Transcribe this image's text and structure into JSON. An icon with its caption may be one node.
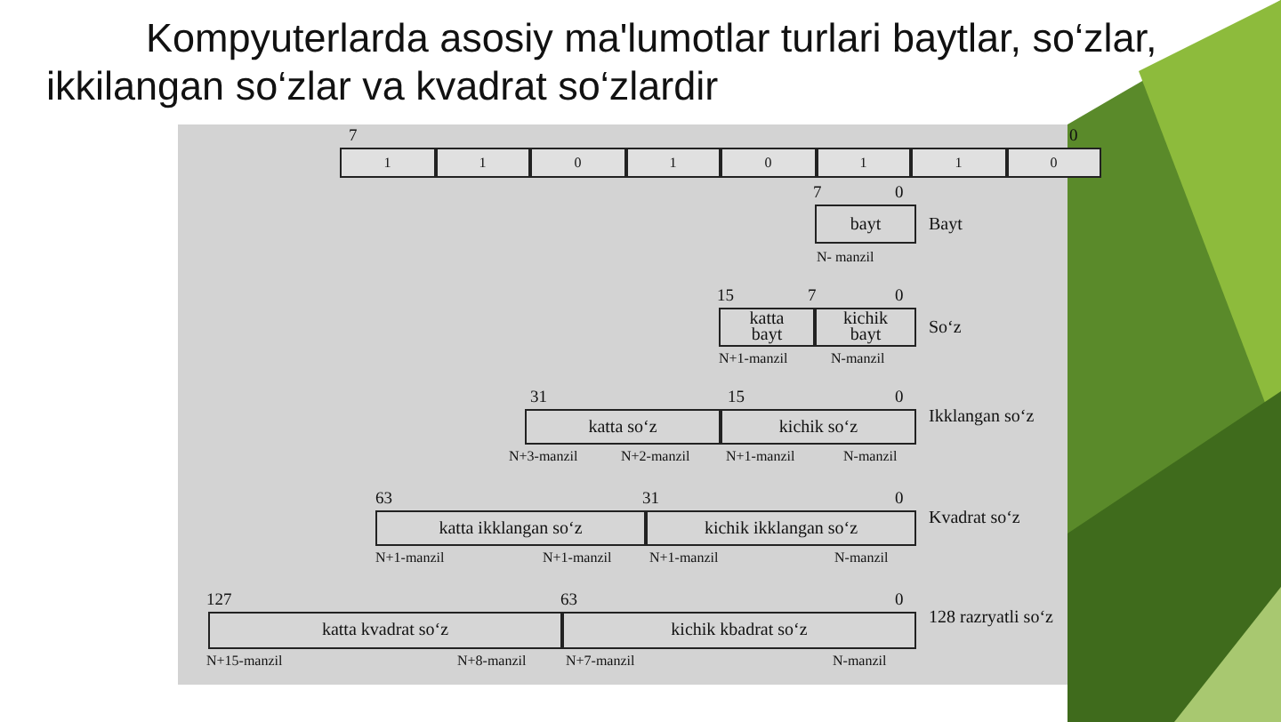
{
  "diagram": {
    "title": "Kompyuterlarda asosiy ma'lumotlar turlari baytlar, so‘zlar, ikkilangan so‘zlar va kvadrat so‘zlardir",
    "nodes": [
      {
        "text": [
          "1"
        ]
      },
      {
        "text": [
          "1"
        ]
      },
      {
        "text": [
          "0"
        ]
      },
      {
        "text": [
          "1"
        ]
      },
      {
        "text": [
          "0"
        ]
      },
      {
        "text": [
          "1"
        ]
      },
      {
        "text": [
          "1"
        ]
      },
      {
        "text": [
          "0"
        ]
      },
      {
        "text": [
          "bayt"
        ]
      },
      {
        "text": [
          "katta bayt"
        ]
      },
      {
        "text": [
          "kichik bayt"
        ]
      },
      {
        "text": [
          "katta so‘z"
        ]
      },
      {
        "text": [
          "kichik so‘z"
        ]
      },
      {
        "text": [
          "katta ikklangan so‘z"
        ]
      },
      {
        "text": [
          "kichik ikklangan so‘z"
        ]
      },
      {
        "text": [
          "katta kvadrat so‘z"
        ]
      },
      {
        "text": [
          "kichik kbadrat so‘z"
        ]
      }
    ],
    "edges": [],
    "labels": [
      "7",
      "0",
      "7",
      "0",
      "Bayt",
      "N- manzil",
      "15",
      "7",
      "0",
      "So‘z",
      "N+1-manzil",
      "N-manzil",
      "31",
      "15",
      "0",
      "Ikklangan so‘z",
      "N+3-manzil",
      "N+2-manzil",
      "N+1-manzil",
      "N-manzil",
      "63",
      "31",
      "0",
      "Kvadrat so‘z",
      "N+1-manzil",
      "N+1-manzil",
      "N+1-manzil",
      "N-manzil",
      "127",
      "63",
      "0",
      "128 razryatli so‘z",
      "N+15-manzil",
      "N+8-manzil",
      "N+7-manzil",
      "N-manzil"
    ]
  }
}
